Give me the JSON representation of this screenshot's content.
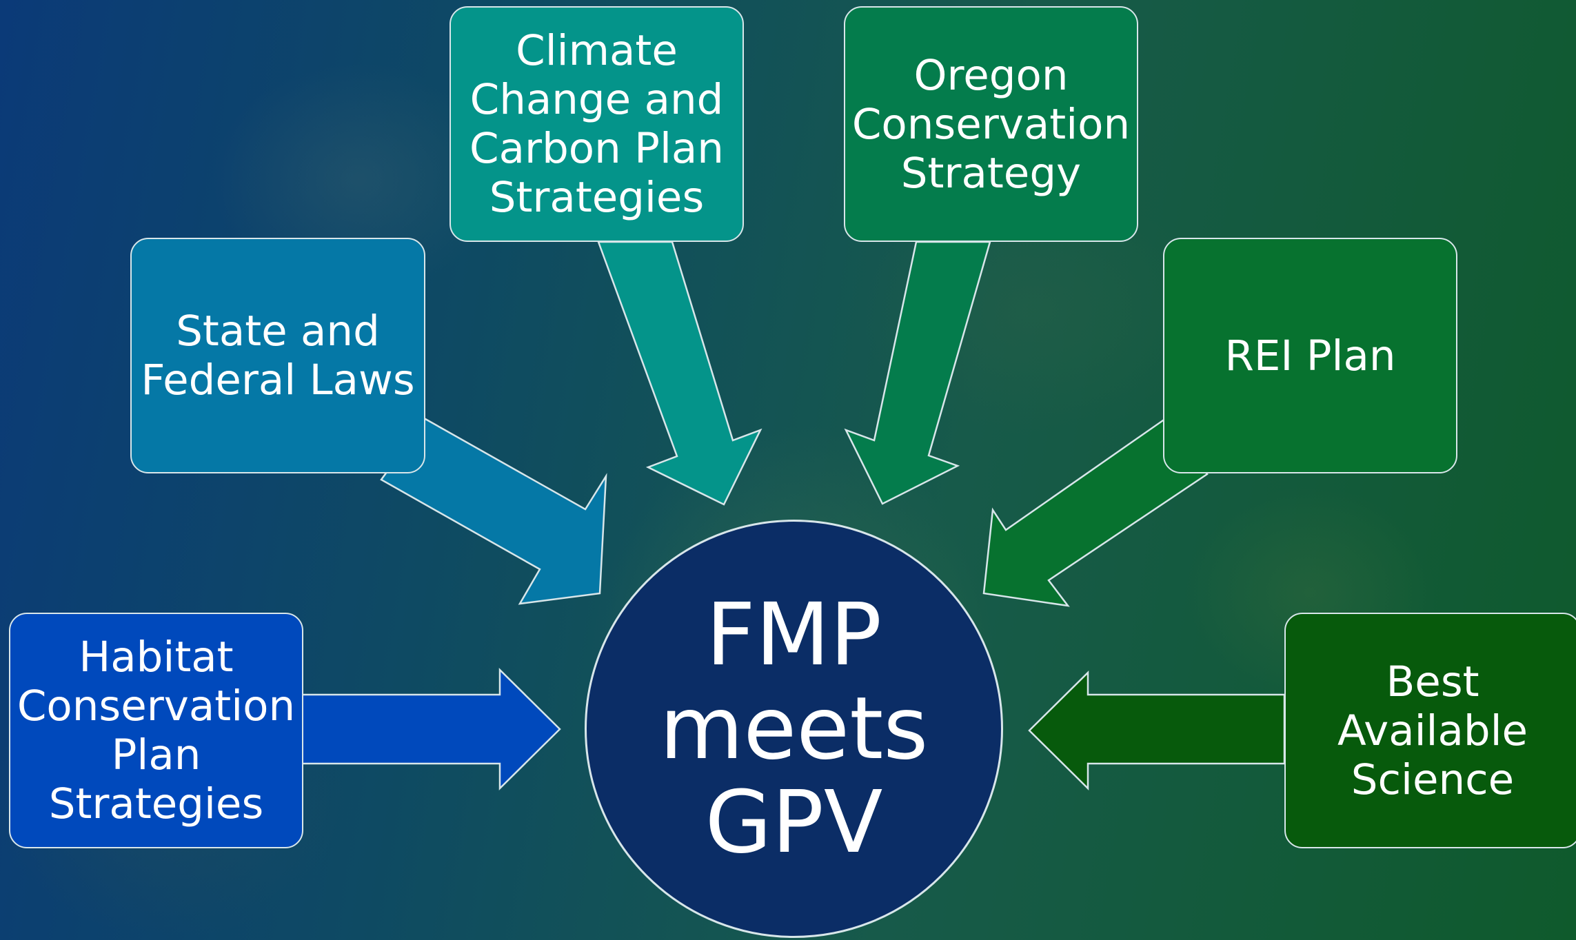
{
  "diagram": {
    "center": {
      "label": "FMP\nmeets\nGPV",
      "color": "#0b2d66"
    },
    "inputs": [
      {
        "id": "habitat",
        "label": "Habitat\nConservation\nPlan\nStrategies",
        "color": "#0049bc"
      },
      {
        "id": "laws",
        "label": "State and\nFederal Laws",
        "color": "#0578a6"
      },
      {
        "id": "climate",
        "label": "Climate\nChange and\nCarbon Plan\nStrategies",
        "color": "#04948a"
      },
      {
        "id": "oregon",
        "label": "Oregon\nConservation\nStrategy",
        "color": "#047c4c"
      },
      {
        "id": "rei",
        "label": "REI Plan",
        "color": "#07722f"
      },
      {
        "id": "science",
        "label": "Best\nAvailable\nScience",
        "color": "#075a0c"
      }
    ],
    "outline_color": "#d8e6ea"
  }
}
